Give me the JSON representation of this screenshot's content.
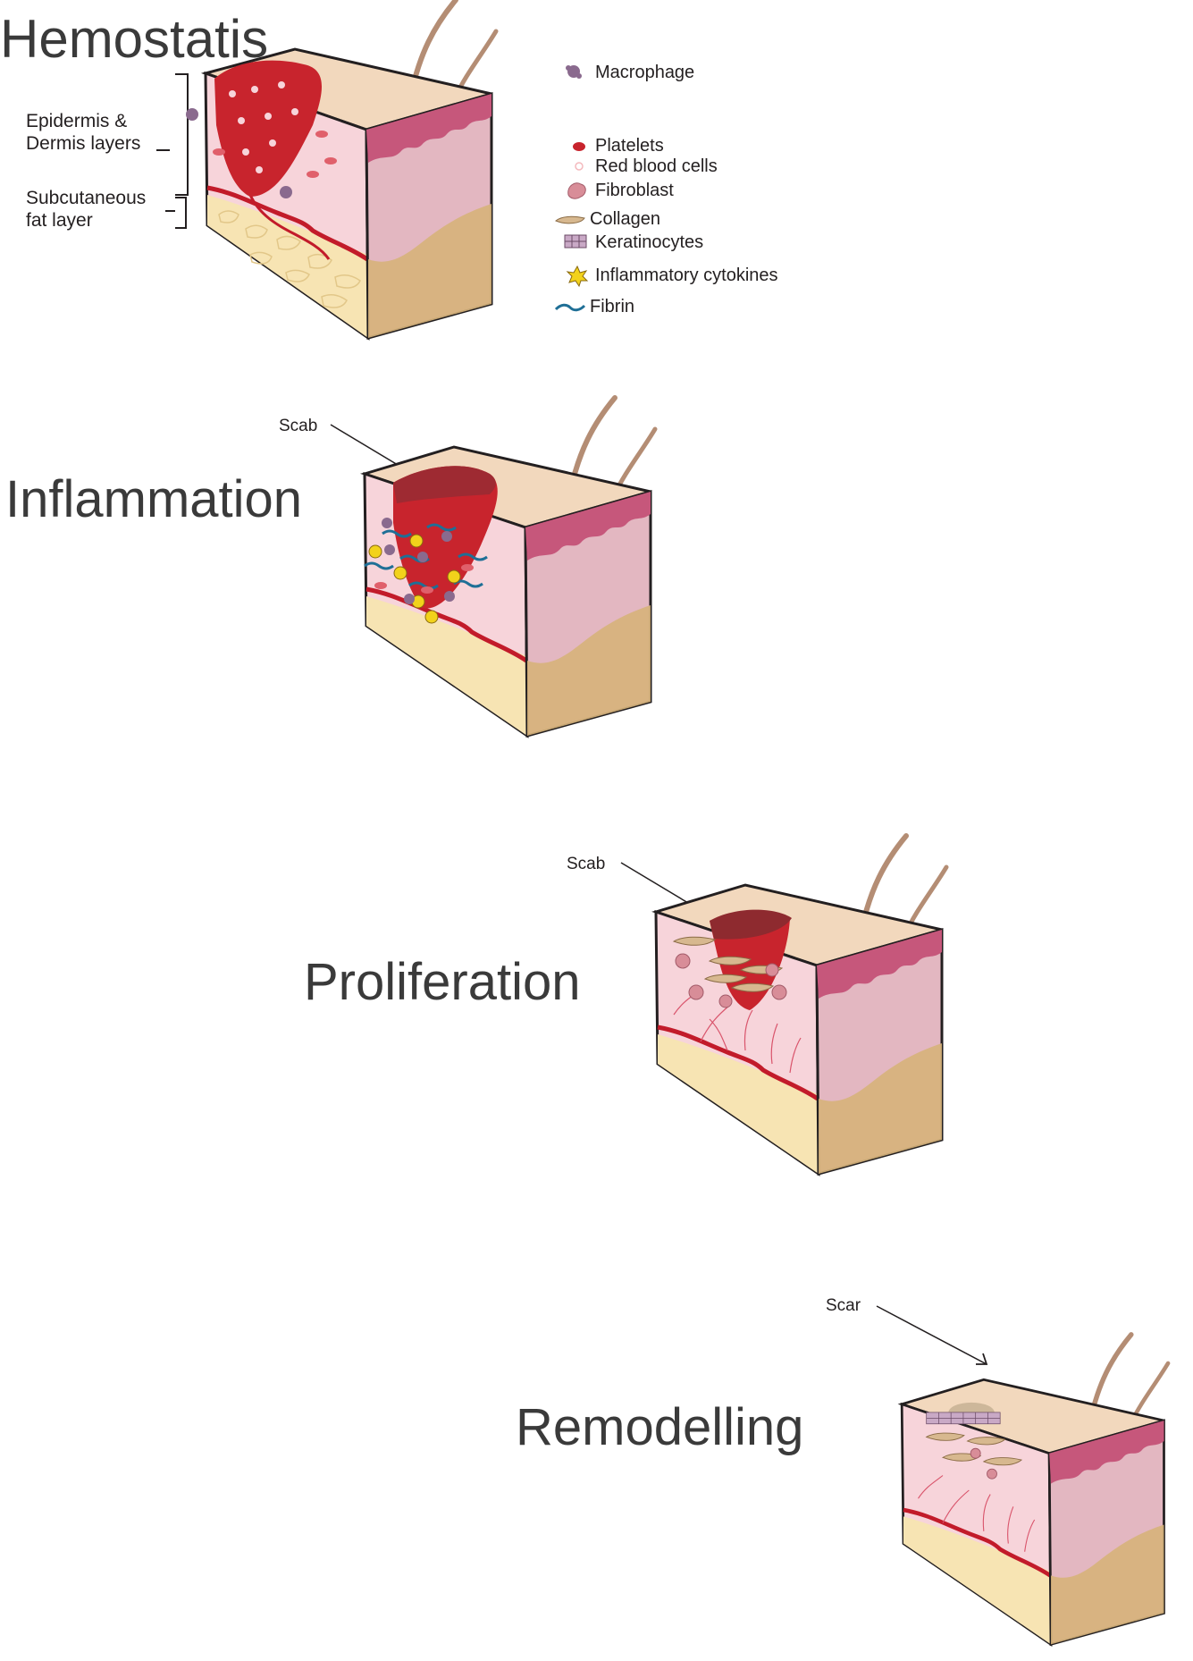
{
  "stages": [
    {
      "title": "Hemostatis"
    },
    {
      "title": "Inflammation",
      "pointer": "Scab"
    },
    {
      "title": "Proliferation",
      "pointer": "Scab"
    },
    {
      "title": "Remodelling",
      "pointer": "Scar"
    }
  ],
  "layer_labels": {
    "epidermis_dermis": "Epidermis &\nDermis layers",
    "subcutaneous": "Subcutaneous\nfat layer"
  },
  "legend": [
    {
      "label": "Macrophage",
      "icon": "macrophage-icon",
      "color": "#8a6a8e"
    },
    {
      "label": "Platelets",
      "icon": "platelet-icon",
      "color": "#c8242d"
    },
    {
      "label": "Red blood cells",
      "icon": "red-blood-cell-icon",
      "color": "#f4b9bd"
    },
    {
      "label": "Fibroblast",
      "icon": "fibroblast-icon",
      "color": "#d88d98"
    },
    {
      "label": "Collagen",
      "icon": "collagen-icon",
      "color": "#d7b88f"
    },
    {
      "label": "Keratinocytes",
      "icon": "keratinocyte-icon",
      "color": "#9a7a96"
    },
    {
      "label": "Inflammatory cytokines",
      "icon": "cytokine-icon",
      "color": "#f2d21b"
    },
    {
      "label": "Fibrin",
      "icon": "fibrin-icon",
      "color": "#1f6f96"
    }
  ],
  "colors": {
    "skin_top": "#f2d8bd",
    "dermis": "#f7d4da",
    "side_face": "#e3b7c1",
    "epidermis_band": "#c6577b",
    "fat": "#f7e4b3",
    "fat_side": "#d6b37a",
    "wound": "#c8242d",
    "vessel": "#c21b2a",
    "hair": "#b48d74",
    "outline": "#231f20"
  }
}
